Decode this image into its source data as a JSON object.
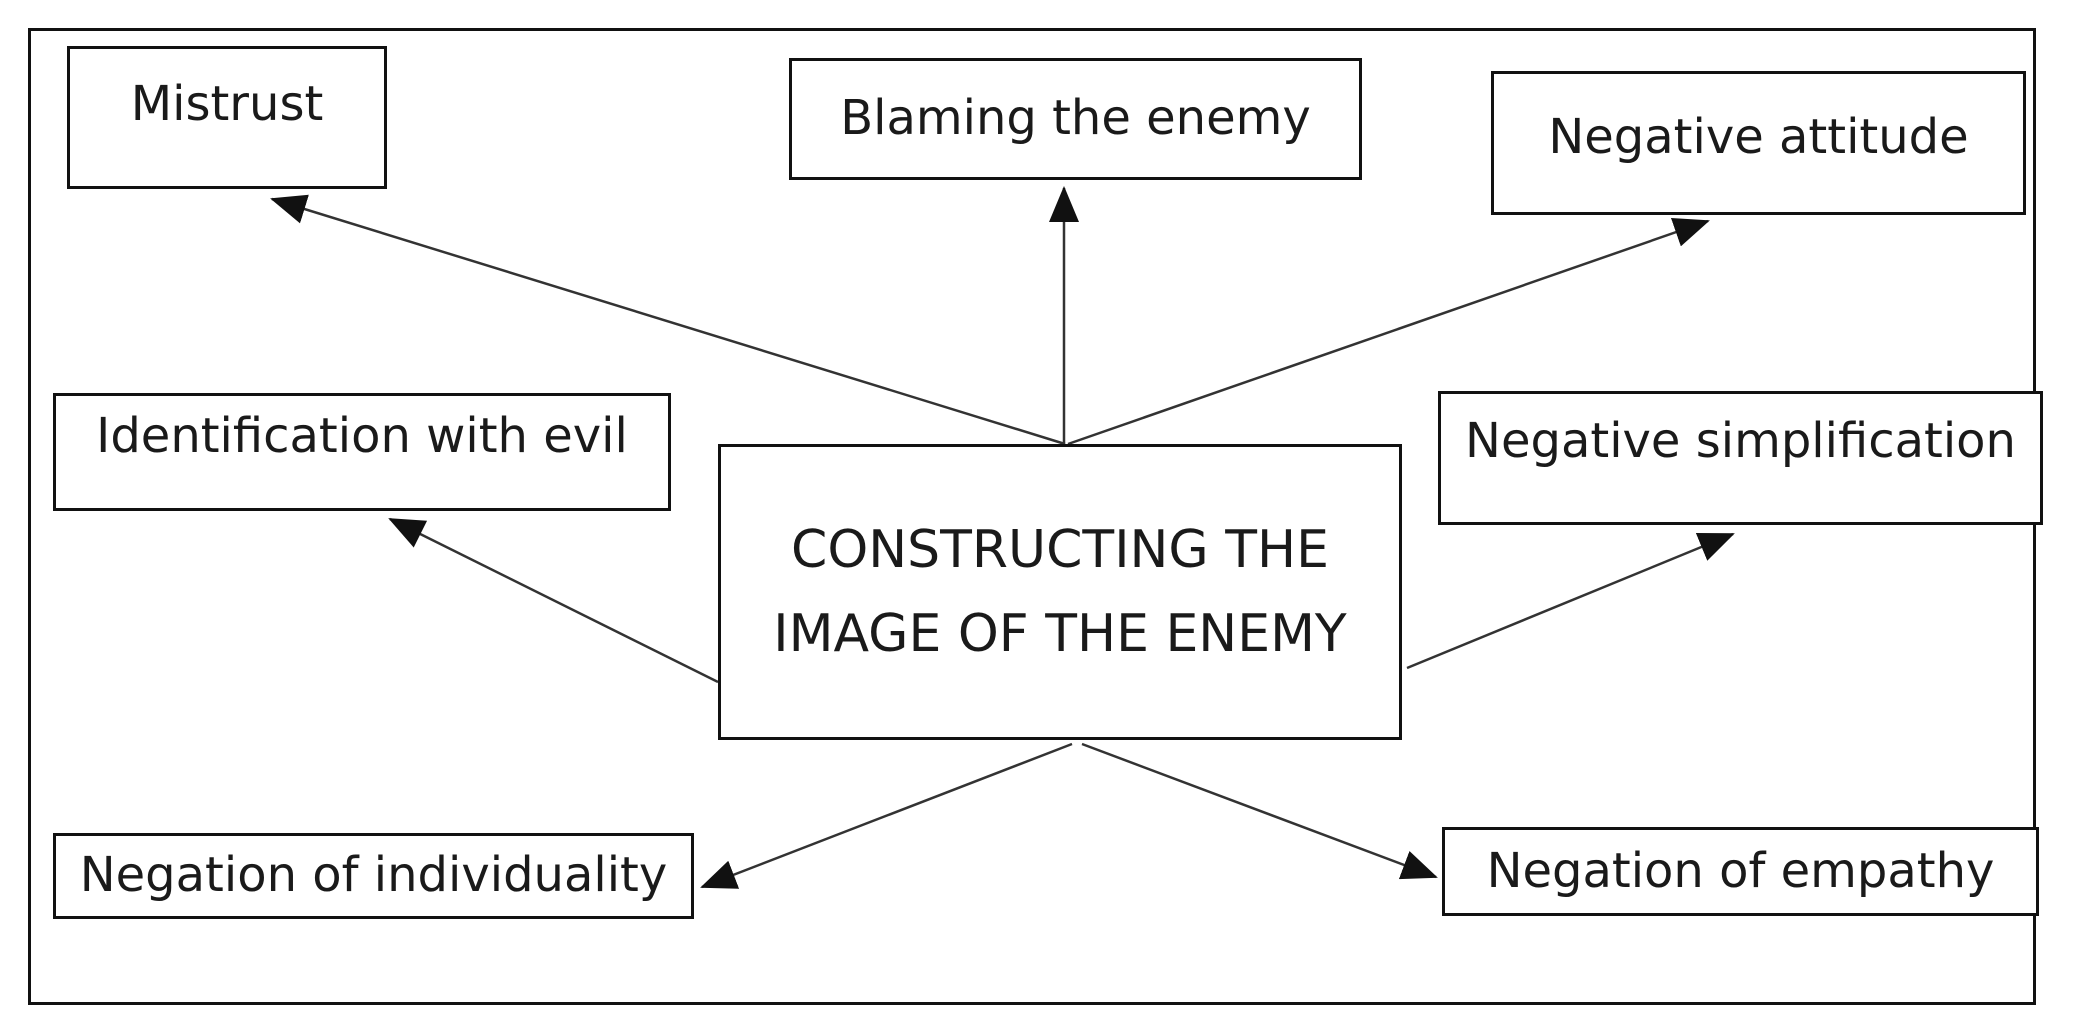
{
  "diagram": {
    "center": {
      "line1": "CONSTRUCTING THE",
      "line2": "IMAGE OF THE ENEMY"
    },
    "nodes": {
      "mistrust": "Mistrust",
      "blaming": "Blaming the enemy",
      "negative_attitude": "Negative attitude",
      "identification": "Identification with evil",
      "negative_simplification": "Negative simplification",
      "negation_individuality": "Negation of individuality",
      "negation_empathy": "Negation of empathy"
    }
  }
}
